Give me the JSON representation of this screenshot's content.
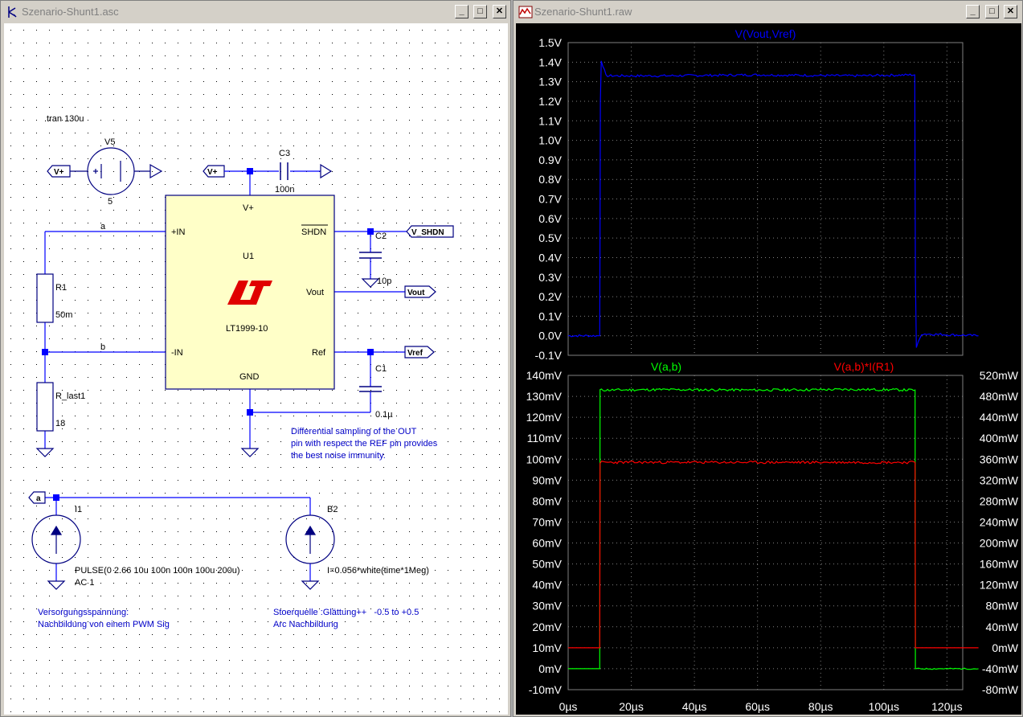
{
  "left_window": {
    "title": "Szenario-Shunt1.asc",
    "buttons": {
      "minimize": "_",
      "maximize": "□",
      "close": "✕"
    }
  },
  "right_window": {
    "title": "Szenario-Shunt1.raw",
    "buttons": {
      "minimize": "_",
      "maximize": "□",
      "close": "✕"
    }
  },
  "schematic": {
    "directive": ".tran 130u",
    "v5": {
      "name": "V5",
      "value": "5"
    },
    "c3": {
      "name": "C3",
      "value": "100n"
    },
    "c2": {
      "name": "C2",
      "value": "10p"
    },
    "c1": {
      "name": "C1",
      "value": "0.1µ"
    },
    "r1": {
      "name": "R1",
      "value": "50m"
    },
    "r_last1": {
      "name": "R_last1",
      "value": "18"
    },
    "u1": {
      "name": "U1",
      "part": "LT1999-10",
      "pins": {
        "vplus": "V+",
        "pin": "+IN",
        "nin": "-IN",
        "shdn": "SHDN",
        "vout": "Vout",
        "ref": "Ref",
        "gnd": "GND"
      }
    },
    "nets": {
      "a": "a",
      "b": "b"
    },
    "flags": {
      "vplus1": "V+",
      "vplus2": "V+",
      "vshdn": "V_SHDN",
      "vout": "Vout",
      "vref": "Vref",
      "a": "a"
    },
    "note": [
      "Differential sampling of the OUT",
      "pin with respect the REF pin provides",
      "the best noise immunity."
    ],
    "i1": {
      "name": "I1",
      "value1": "PULSE(0 2.66 10u 100n 100n 100u 200u)",
      "value2": "AC 1"
    },
    "b2": {
      "name": "B2",
      "value": "I=0.056*white(time*1Meg)"
    },
    "comment1": [
      "Versorgungsspannung:",
      "Nachbildung von einem PWM Sig"
    ],
    "comment2": [
      "Stoerquelle :Glättung++   -0.5 to +0.5",
      "Arc Nachbildung"
    ]
  },
  "colors": {
    "blue": "#0000ff",
    "green": "#00ff00",
    "red": "#ff0000",
    "grid": "#808080",
    "wire": "#0000ff",
    "symbol": "#000080"
  },
  "chart_data": [
    {
      "type": "line",
      "title": "V(Vout,Vref)",
      "x": [
        0,
        10,
        10.2,
        10.5,
        12,
        30,
        60,
        90,
        109.8,
        110,
        110.3,
        112,
        130
      ],
      "series": [
        {
          "name": "V(Vout,Vref)",
          "values": [
            0,
            0,
            1.2,
            1.41,
            1.33,
            1.33,
            1.335,
            1.33,
            1.335,
            0.3,
            -0.06,
            0.01,
            0
          ]
        }
      ],
      "ylim": [
        -0.1,
        1.5
      ],
      "yticks": [
        "1.5V",
        "1.4V",
        "1.3V",
        "1.2V",
        "1.1V",
        "1.0V",
        "0.9V",
        "0.8V",
        "0.7V",
        "0.6V",
        "0.5V",
        "0.4V",
        "0.3V",
        "0.2V",
        "0.1V",
        "0.0V",
        "-0.1V"
      ],
      "xlim": [
        0,
        125
      ]
    },
    {
      "type": "line",
      "left_title": "V(a,b)",
      "right_title": "V(a,b)*I(R1)",
      "x": [
        0,
        10,
        10.1,
        12,
        30,
        60,
        90,
        109.9,
        110,
        112,
        130
      ],
      "series": [
        {
          "name": "V(a,b)",
          "axis": "left",
          "values": [
            0,
            0,
            133,
            133,
            133.2,
            133,
            133.3,
            133,
            0,
            0,
            0
          ]
        },
        {
          "name": "V(a,b)*I(R1)",
          "axis": "right",
          "values": [
            0,
            0,
            354,
            354,
            354,
            354,
            354,
            354,
            0,
            0,
            0
          ]
        }
      ],
      "ylim_left": [
        -10,
        140
      ],
      "ylim_right": [
        -80,
        520
      ],
      "yticks_left": [
        "140mV",
        "130mV",
        "120mV",
        "110mV",
        "100mV",
        "90mV",
        "80mV",
        "70mV",
        "60mV",
        "50mV",
        "40mV",
        "30mV",
        "20mV",
        "10mV",
        "0mV",
        "-10mV"
      ],
      "yticks_right": [
        "520mW",
        "480mW",
        "440mW",
        "400mW",
        "360mW",
        "320mW",
        "280mW",
        "240mW",
        "200mW",
        "160mW",
        "120mW",
        "80mW",
        "40mW",
        "0mW",
        "-40mW",
        "-80mW"
      ],
      "xticks": [
        "0µs",
        "20µs",
        "40µs",
        "60µs",
        "80µs",
        "100µs",
        "120µs"
      ],
      "xlim": [
        0,
        125
      ]
    }
  ]
}
